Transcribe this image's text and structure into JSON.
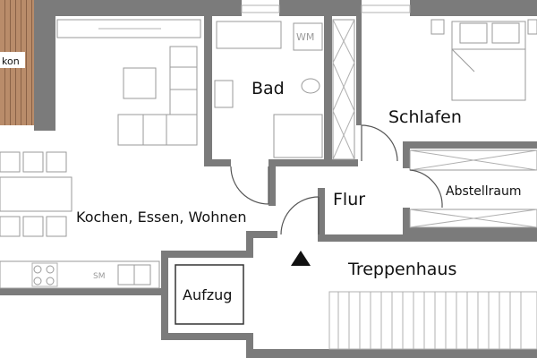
{
  "floorplan": {
    "rooms": {
      "bad": "Bad",
      "schlafen": "Schlafen",
      "flur": "Flur",
      "abstellraum": "Abstellraum",
      "kochen": "Kochen, Essen, Wohnen",
      "treppenhaus": "Treppenhaus",
      "aufzug": "Aufzug",
      "balkon": "kon"
    },
    "fixtures": {
      "washing_machine": "WM",
      "stove_label": "SM"
    },
    "colors": {
      "wall": "#7b7b7b",
      "balcony_wood": "#b98c6a",
      "fixture_line": "#9a9a9a",
      "text": "#111111"
    },
    "icons": [
      "entrance-arrow-icon",
      "stair-icon",
      "door-swing-icon"
    ]
  }
}
